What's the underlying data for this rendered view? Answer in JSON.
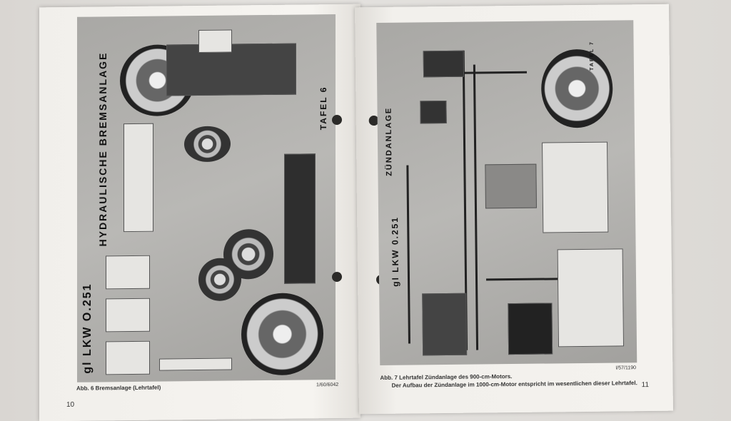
{
  "left_page": {
    "plate_title": "HYDRAULISCHE BREMSANLAGE",
    "vehicle": "gl LKW O.251",
    "plate_number": "TAFEL 6",
    "caption": "Abb. 6  Bremsanlage (Lehrtafel)",
    "reference": "1/60/6042",
    "page_number": "10"
  },
  "right_page": {
    "plate_title": "ZÜNDANLAGE",
    "vehicle": "gl LKW 0.251",
    "plate_number": "TAFEL 7",
    "caption_line1": "Abb. 7  Lehrtafel Zündanlage des 900-cm-Motors.",
    "caption_line2": "Der Aufbau der Zündanlage im 1000-cm-Motor entspricht im wesentlichen dieser Lehrtafel.",
    "reference": "I/57/1190",
    "page_number": "11"
  }
}
